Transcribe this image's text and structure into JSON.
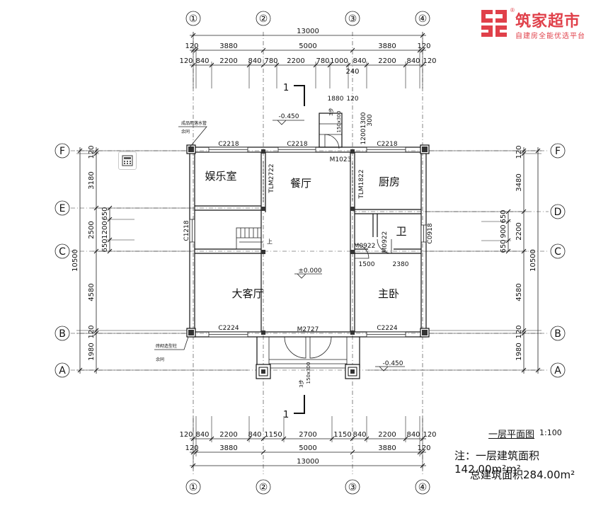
{
  "brand": {
    "name": "筑家超市",
    "registered": "®",
    "tagline": "自建房全能优选平台",
    "accent_color": "#e0404a"
  },
  "toolbar": {
    "icon": "calculator-icon"
  },
  "grid": {
    "vertical_axes": [
      "①",
      "②",
      "③",
      "④"
    ],
    "horizontal_axes_left": [
      "F",
      "E",
      "C",
      "B",
      "A"
    ],
    "horizontal_axes_right": [
      "F",
      "D",
      "C",
      "B",
      "A"
    ]
  },
  "dimensions": {
    "top_total": "13000",
    "top_row1": [
      "120",
      "3880",
      "5000",
      "3880",
      "120"
    ],
    "top_row2": [
      "120",
      "840",
      "2200",
      "840",
      "780",
      "2200",
      "780",
      "1000",
      "840",
      "2200",
      "840",
      "120"
    ],
    "top_extra": "240",
    "bottom_row1": [
      "120",
      "840",
      "2200",
      "840",
      "1150",
      "2700",
      "1150",
      "840",
      "2200",
      "840",
      "120"
    ],
    "bottom_row2": [
      "120",
      "3880",
      "5000",
      "3880",
      "120"
    ],
    "bottom_total": "13000",
    "left_total": "10500",
    "left_segments": [
      "120",
      "3180",
      "2500",
      "4580",
      "120",
      "1980"
    ],
    "left_sub": [
      "650",
      "1200",
      "650"
    ],
    "right_total": "10500",
    "right_segments": [
      "120",
      "3480",
      "2200",
      "4580",
      "120",
      "1980"
    ],
    "right_sub": [
      "650",
      "900",
      "650"
    ],
    "porch_top": [
      "1880",
      "120"
    ],
    "porch_side": [
      "1200",
      "300",
      "1300"
    ],
    "interior": [
      "1500",
      "2380"
    ]
  },
  "rooms": {
    "entertainment": "娱乐室",
    "dining": "餐厅",
    "kitchen": "厨房",
    "living": "大客厅",
    "master_bedroom": "主卧",
    "toilet": "卫"
  },
  "openings": {
    "c2218_a": "C2218",
    "c2218_b": "C2218",
    "c2218_c": "C2218",
    "c2224_a": "C2224",
    "c2224_b": "C2224",
    "c1218": "C1218",
    "c0918": "C0918",
    "m1023": "M1023",
    "m0922": "M0922",
    "m0922_v": "M0922",
    "m2727": "M2727",
    "tlm2722": "TLM2722",
    "tlm1822": "TLM1822"
  },
  "levels": {
    "floor": "±0.000",
    "outside_a": "-0.450",
    "outside_b": "-0.450"
  },
  "annotations": {
    "section_mark": "1",
    "stair_up": "上",
    "steps_top": "3步",
    "steps_bottom": "3步",
    "step_dims": "150x300",
    "pipe_note": "成品雨落水管",
    "pipe_note2": "余同",
    "column_note": "砖砌造型柱",
    "column_note2": "余同"
  },
  "notes": {
    "title": "一层平面图",
    "scale": "1:100",
    "line1": "注：一层建筑面积142.00m²m²",
    "line2": "总建筑面积284.00m²"
  }
}
